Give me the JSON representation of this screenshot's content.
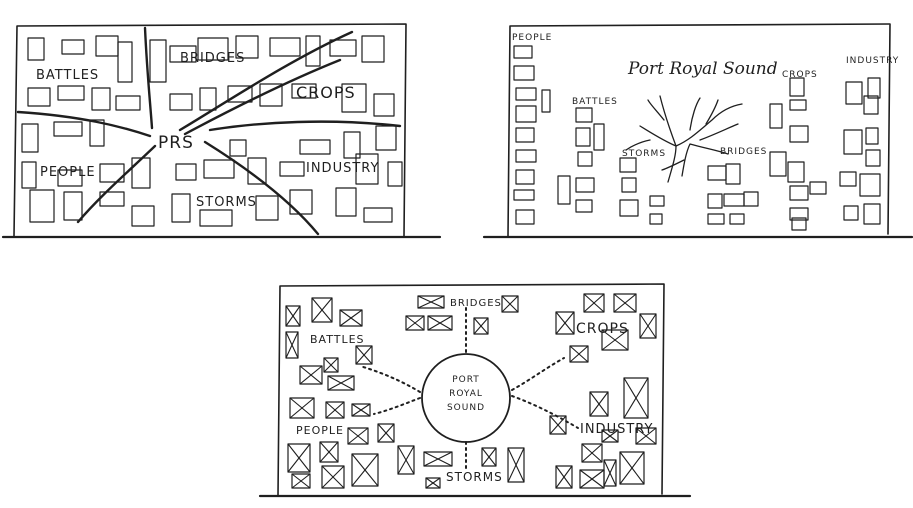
{
  "sketch1": {
    "center": "PRS",
    "labels": {
      "battles": "BATTLES",
      "bridges": "BRIDGES",
      "crops": "CROPS",
      "people": "PEOPLE",
      "industry": "INDUSTRY",
      "storms": "STORMS"
    }
  },
  "sketch2": {
    "title": "Port Royal Sound",
    "labels": {
      "people": "PEOPLE",
      "battles": "BATTLES",
      "storms": "STORMS",
      "bridges": "BRIDGES",
      "crops": "CROPS",
      "industry": "INDUSTRY"
    }
  },
  "sketch3": {
    "center_line1": "PORT",
    "center_line2": "ROYAL",
    "center_line3": "SOUND",
    "labels": {
      "bridges": "BRIDGES",
      "battles": "BATTLES",
      "crops": "CROPS",
      "people": "PEOPLE",
      "industry": "INDUSTRY",
      "storms": "STORMS"
    }
  }
}
